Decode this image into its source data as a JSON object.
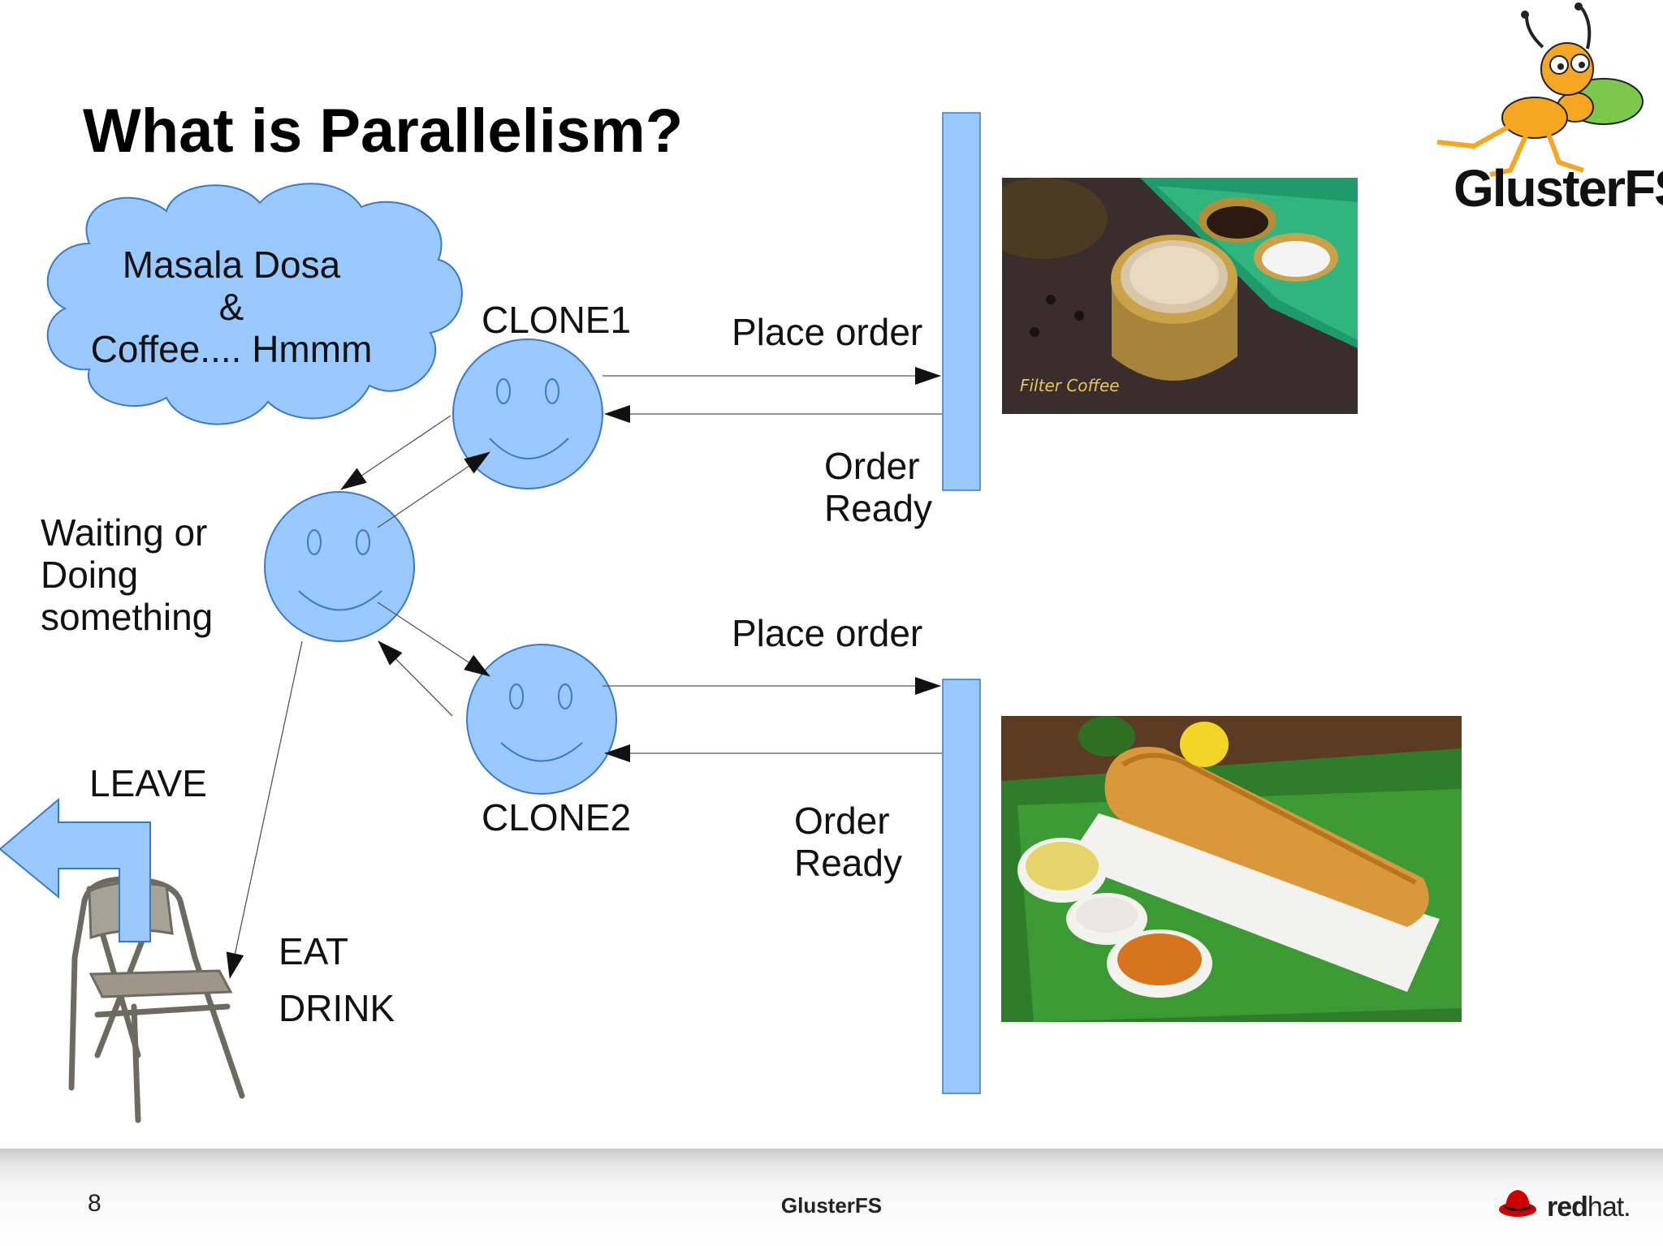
{
  "slide": {
    "title": "What is Parallelism?",
    "cloud": {
      "line1": "Masala Dosa",
      "line2": "&",
      "line3": "Coffee.... Hmmm"
    },
    "labels": {
      "clone1": "CLONE1",
      "clone2": "CLONE2",
      "place_order_1": "Place order",
      "place_order_2": "Place order",
      "order_ready_1_line1": "Order",
      "order_ready_1_line2": "Ready",
      "order_ready_2_line1": "Order",
      "order_ready_2_line2": "Ready",
      "waiting_line1": "Waiting or",
      "waiting_line2": "Doing",
      "waiting_line3": "something",
      "leave": "LEAVE",
      "eat": "EAT",
      "drink": "DRINK"
    },
    "photo_coffee_caption": "Filter Coffee",
    "logo_text": "GlusterFS"
  },
  "footer": {
    "page_number": "8",
    "title": "GlusterFS",
    "brand_red": "red",
    "brand_hat": "hat."
  },
  "colors": {
    "shape_fill": "#99c9ff",
    "shape_stroke": "#3c78c8",
    "arrow": "#222222"
  }
}
